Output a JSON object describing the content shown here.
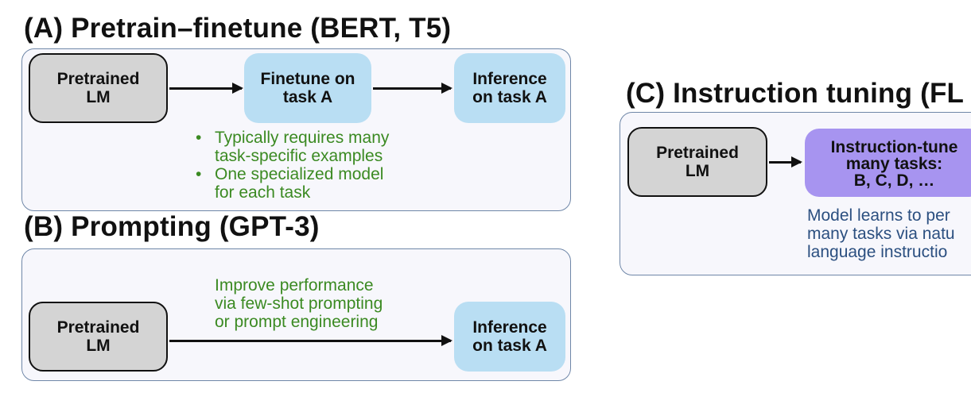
{
  "panel_a": {
    "title": "(A) Pretrain–finetune (BERT, T5)",
    "source_box": "Pretrained\nLM",
    "middle_box": "Finetune on\ntask A",
    "target_box": "Inference\non task A",
    "bullet_glyph": "•",
    "bullets": [
      "Typically requires many\ntask-specific examples",
      "One specialized model\nfor each task"
    ]
  },
  "panel_b": {
    "title": "(B) Prompting (GPT-3)",
    "source_box": "Pretrained\nLM",
    "note": "Improve performance\nvia few-shot prompting\nor prompt engineering",
    "target_box": "Inference\non task A"
  },
  "panel_c": {
    "title": "(C) Instruction tuning (FL",
    "source_box": "Pretrained\nLM",
    "middle_box": "Instruction-tune\nmany tasks:\nB, C, D, …",
    "note": "Model learns to per\nmany tasks via natu\nlanguage instructio"
  },
  "colors": {
    "box_gray": "#d4d4d4",
    "box_blue": "#b9def3",
    "box_purple": "#a794f0",
    "text_green": "#3b8a22",
    "text_navy": "#2b4f80",
    "panel_border": "#6f87a8"
  }
}
